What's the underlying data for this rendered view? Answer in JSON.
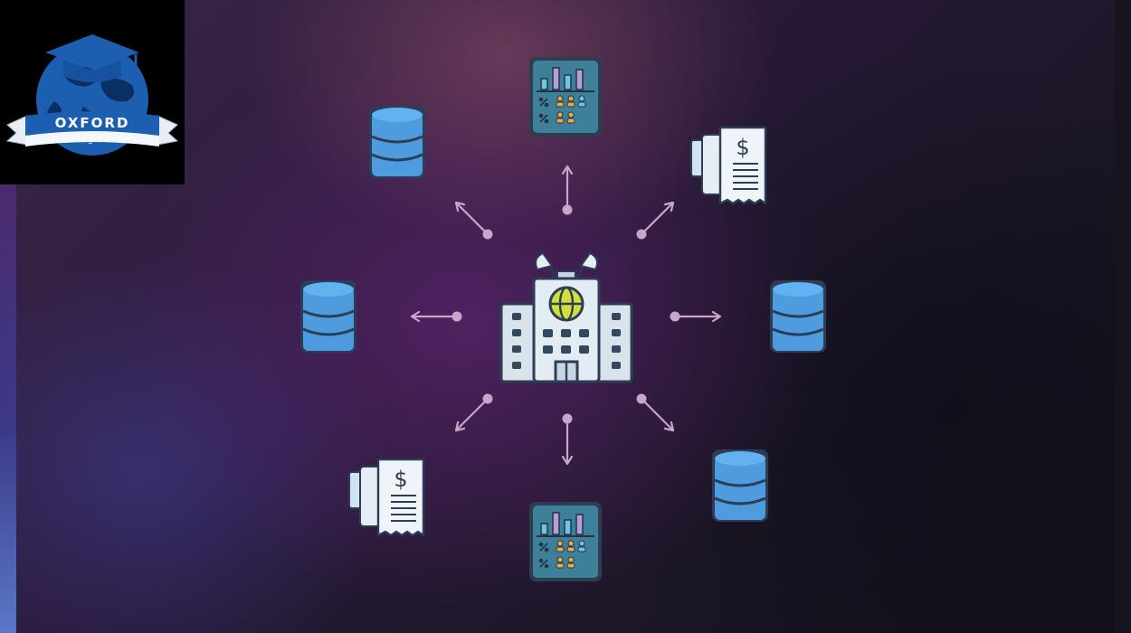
{
  "logo": {
    "title": "OXFORD",
    "subtitle": "Training Centre",
    "icon": "graduation-cap-globe-icon"
  },
  "colors": {
    "database": "#4e9be0",
    "database_top": "#63b2f0",
    "database_outline": "#2c3e55",
    "building": "#d9e3ec",
    "building_window": "#33485c",
    "globe": "#d4dd3c",
    "report_panel": "#3e7f9a",
    "receipt": "#e6edf3",
    "arrow": "#c9a6c9",
    "logo_blue": "#1c5fb0"
  },
  "diagram": {
    "center_icon": "office-building-icon",
    "nodes": [
      {
        "name": "top",
        "icon": "report-dashboard-icon"
      },
      {
        "name": "top-right",
        "icon": "receipt-dollar-icon"
      },
      {
        "name": "right",
        "icon": "database-icon"
      },
      {
        "name": "bottom-right",
        "icon": "database-icon"
      },
      {
        "name": "bottom",
        "icon": "report-dashboard-icon"
      },
      {
        "name": "bottom-left",
        "icon": "receipt-dollar-icon"
      },
      {
        "name": "left",
        "icon": "database-icon"
      },
      {
        "name": "top-left",
        "icon": "database-icon"
      }
    ],
    "receipt_symbol": "$"
  }
}
